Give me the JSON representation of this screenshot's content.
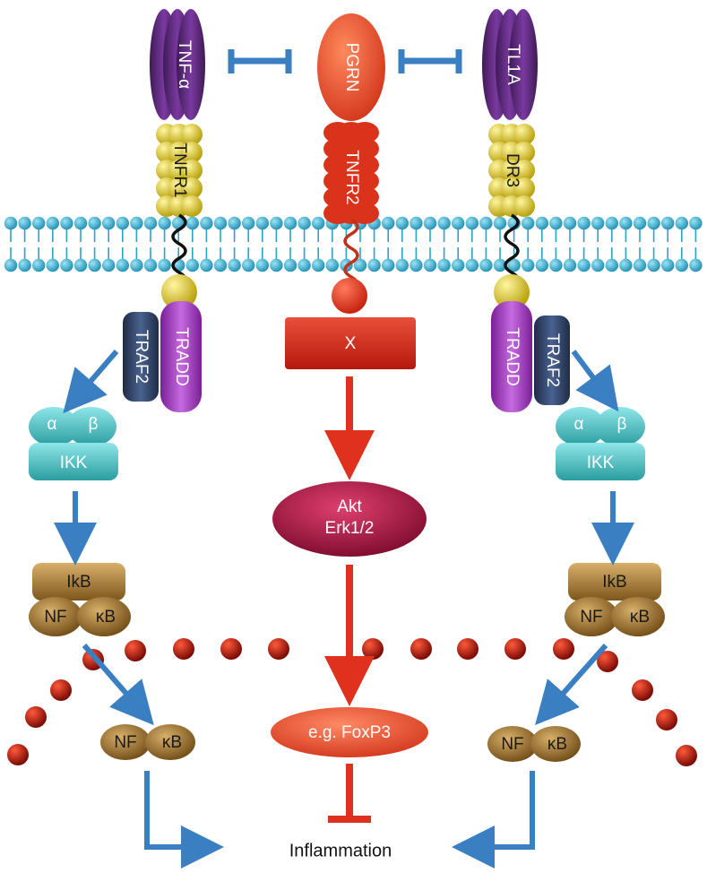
{
  "ligands": {
    "left": "TNF-α",
    "center": "PGRN",
    "right": "TL1A"
  },
  "receptors": {
    "left": "TNFR1",
    "center": "TNFR2",
    "right": "DR3"
  },
  "adaptors": {
    "tradd": "TRADD",
    "traf2": "TRAF2",
    "x": "X"
  },
  "ikk": {
    "alpha": "α",
    "beta": "β",
    "label": "IKK"
  },
  "ikb": "IkB",
  "nfkb": {
    "nf": "NF",
    "kb": "κB"
  },
  "kinases": {
    "line1": "Akt",
    "line2": "Erk1/2"
  },
  "foxp3": "e.g. FoxP3",
  "outcome": "Inflammation",
  "colors": {
    "membrane": "#2aa3c6",
    "tnf": "#5b2a75",
    "receptor_yellow": "#d4c21a",
    "pgrn_red": "#e0452a",
    "x_red": "#d32a1f",
    "tradd_purple": "#a23cc0",
    "traf2_navy": "#2f4263",
    "ikk_teal": "#3dbcc0",
    "ikb_gold": "#a8782e",
    "akt_magenta": "#a0103c",
    "blue_arrow": "#3a7fc2",
    "nucleus_dot": "#b3160f"
  }
}
